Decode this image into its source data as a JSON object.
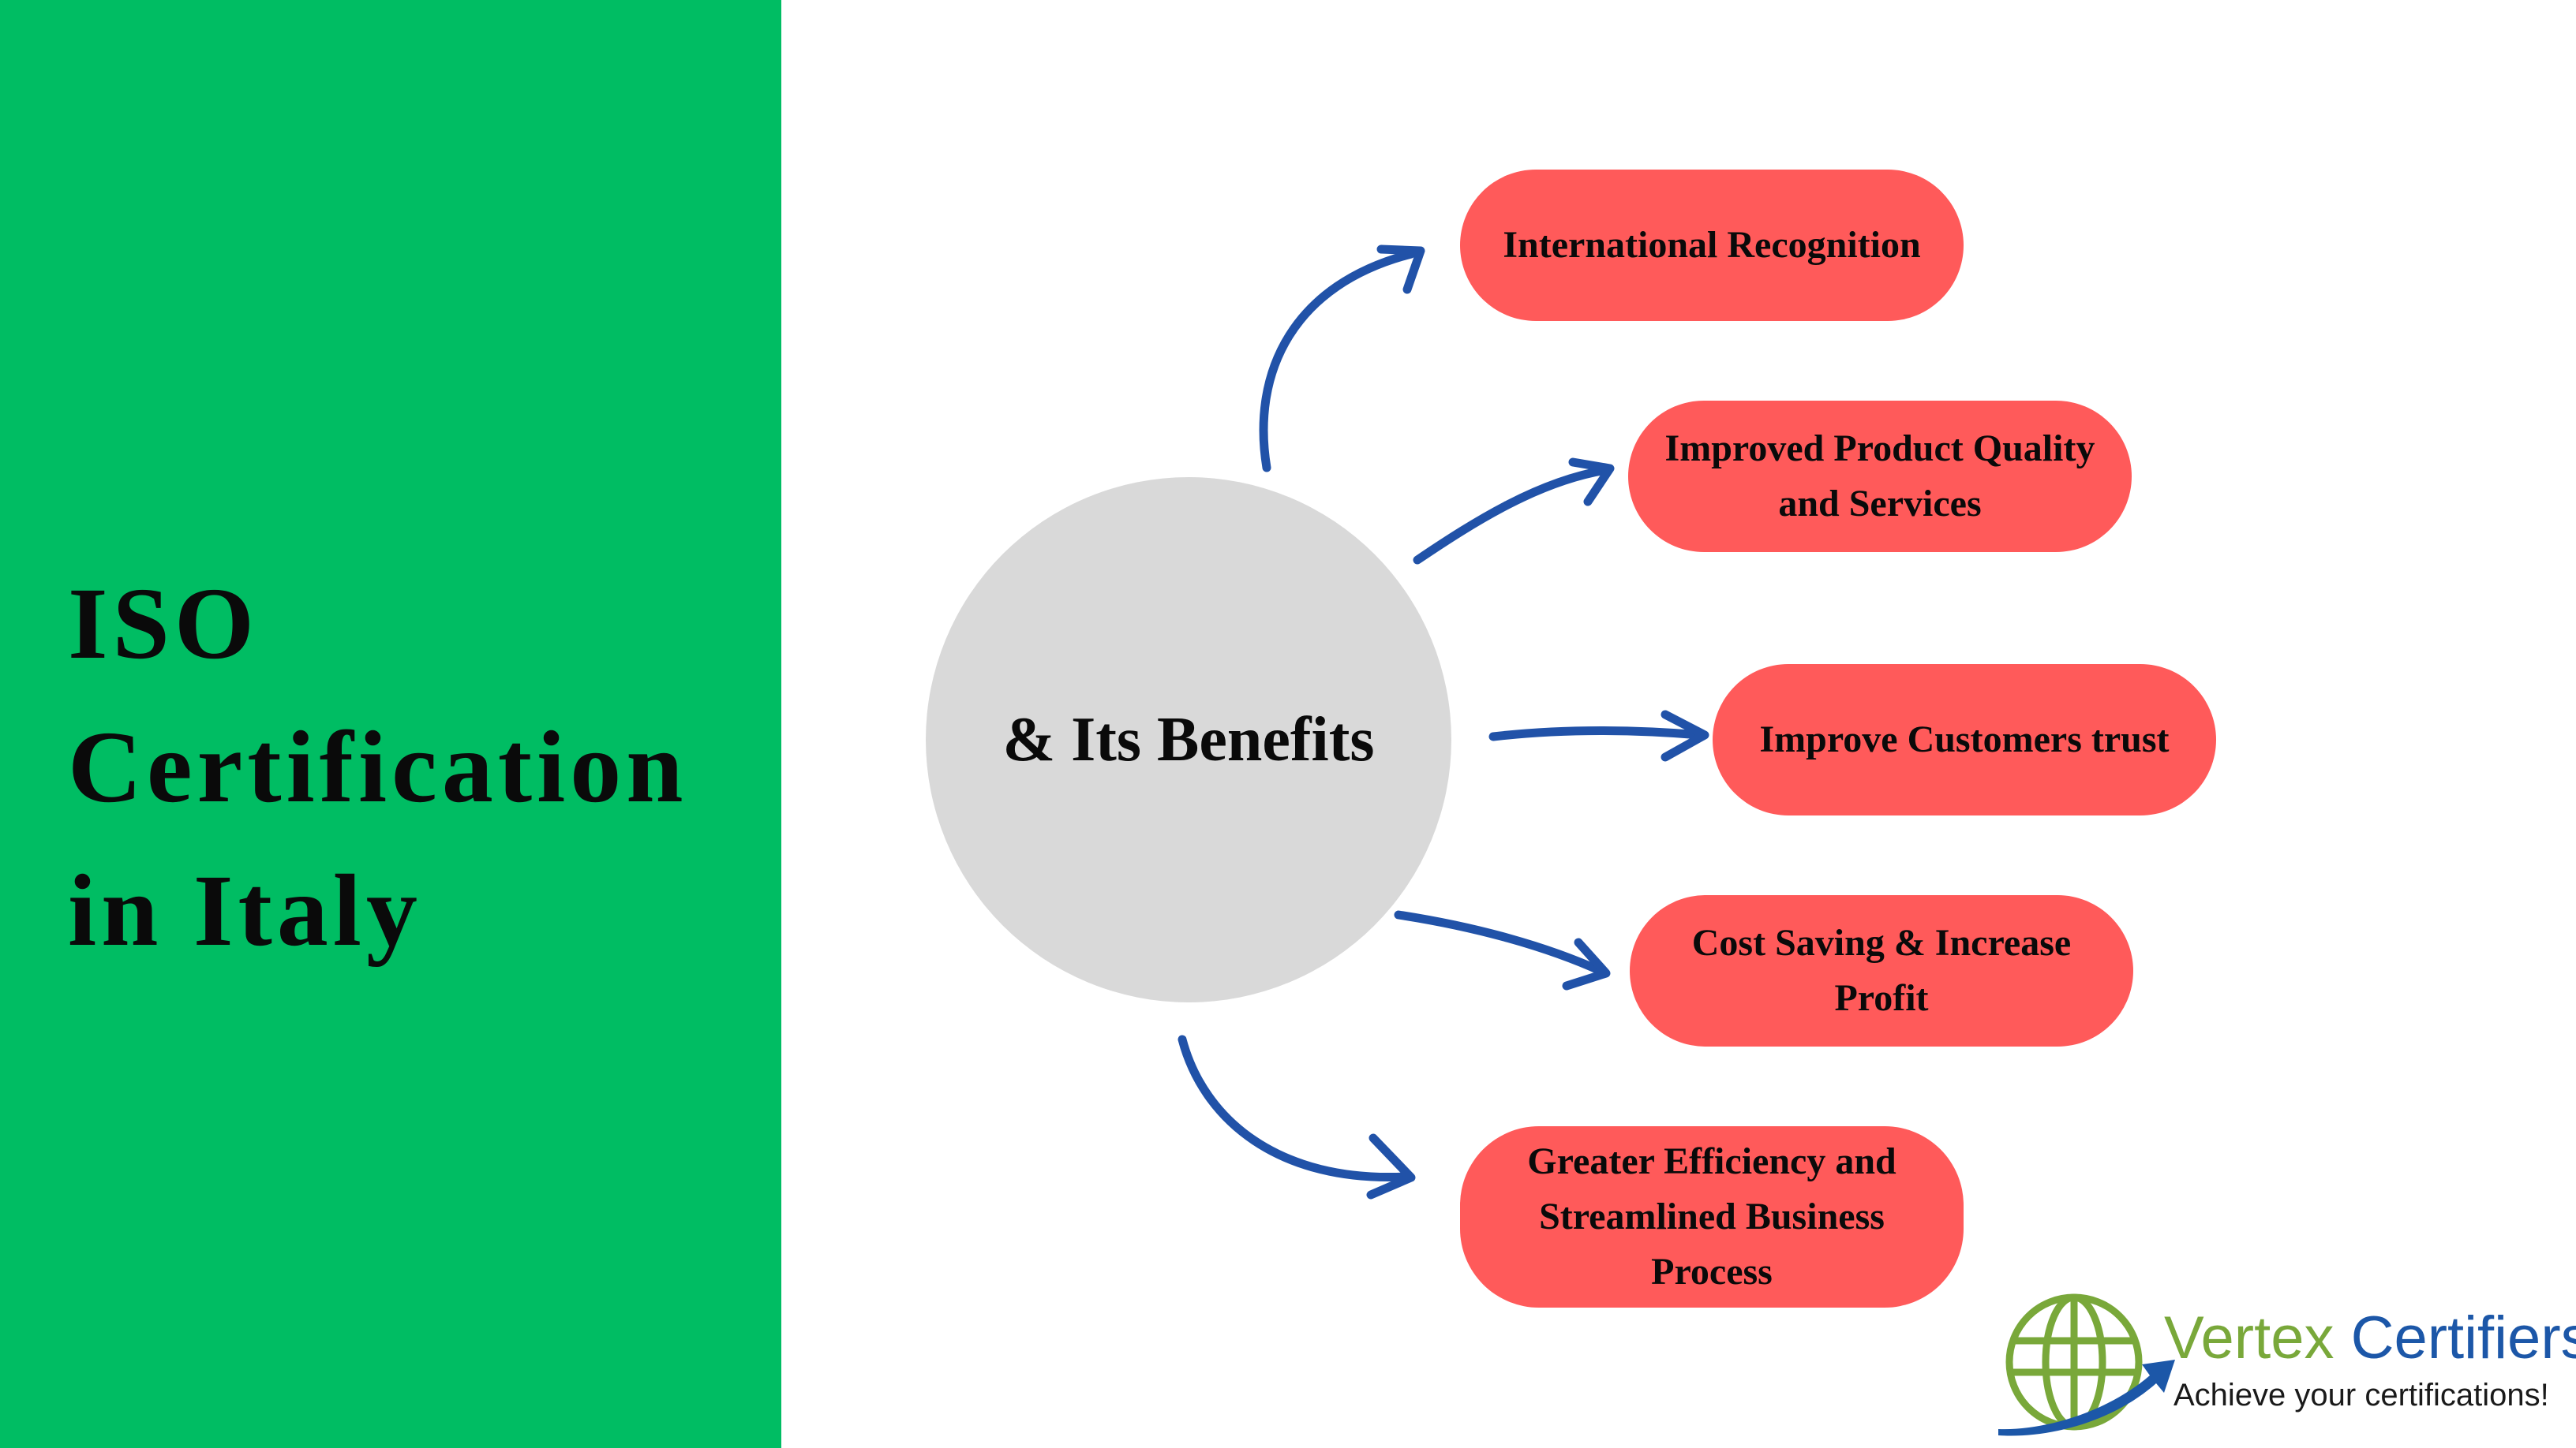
{
  "title": {
    "line1": "ISO",
    "line2": "Certification",
    "line3": "in Italy"
  },
  "hub": {
    "label": "& Its Benefits"
  },
  "benefits": [
    "International Recognition",
    "Improved Product Quality and Services",
    "Improve Customers trust",
    "Cost Saving & Increase Profit",
    "Greater Efficiency and Streamlined Business Process"
  ],
  "logo": {
    "brand_part1": "Vertex",
    "brand_part2": "Certifiers",
    "tagline": "Achieve your certifications!",
    "icon": "globe-arrow-icon"
  },
  "colors": {
    "panel_green": "#00bd63",
    "hub_gray": "#d9d9d9",
    "pill_red": "#ff5a5a",
    "arrow_blue": "#2152a8",
    "logo_green": "#79a83a",
    "logo_blue": "#1c57a8"
  }
}
